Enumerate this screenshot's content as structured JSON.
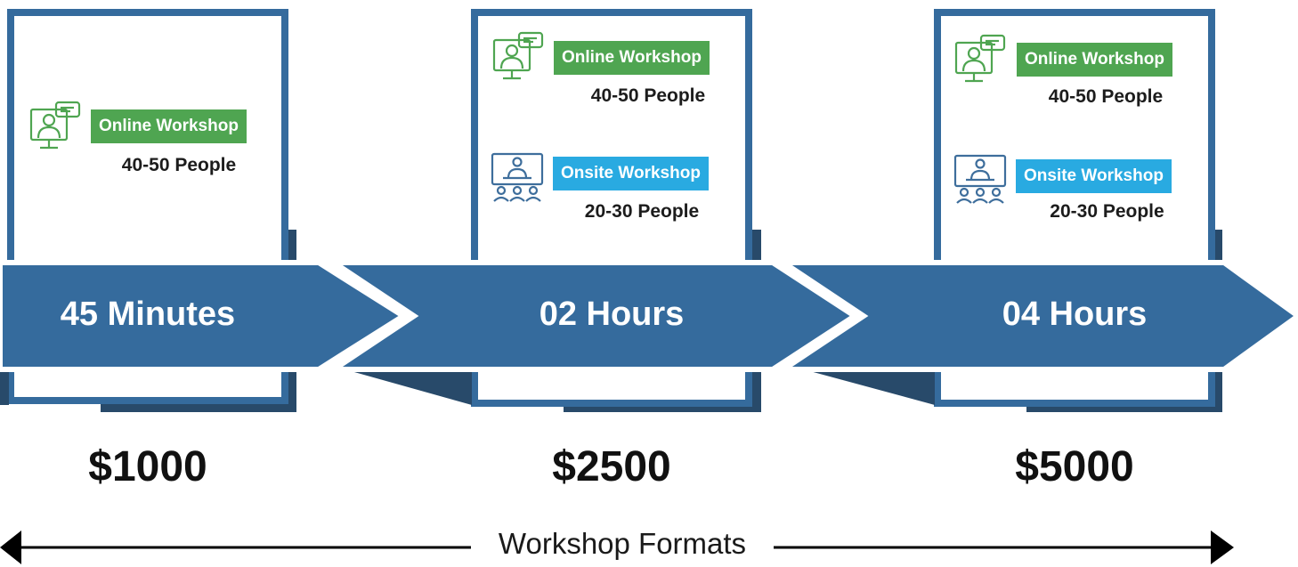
{
  "formats": [
    {
      "duration": "45 Minutes",
      "price": "$1000",
      "workshops": [
        {
          "kind": "online",
          "label": "Online Workshop",
          "people": "40-50 People"
        }
      ]
    },
    {
      "duration": "02 Hours",
      "price": "$2500",
      "workshops": [
        {
          "kind": "online",
          "label": "Online Workshop",
          "people": "40-50 People"
        },
        {
          "kind": "onsite",
          "label": "Onsite Workshop",
          "people": "20-30 People"
        }
      ]
    },
    {
      "duration": "04 Hours",
      "price": "$5000",
      "workshops": [
        {
          "kind": "online",
          "label": "Online Workshop",
          "people": "40-50 People"
        },
        {
          "kind": "onsite",
          "label": "Onsite Workshop",
          "people": "20-30 People"
        }
      ]
    }
  ],
  "axis": {
    "label": "Workshop Formats"
  },
  "icons": {
    "online": "video-conference-icon",
    "onsite": "classroom-presenter-icon"
  },
  "colors": {
    "card_border": "#356b9d",
    "arrow": "#356b9d",
    "arrow_shadow": "#284a6a",
    "online_badge": "#4fa551",
    "onsite_badge": "#29aae1"
  }
}
